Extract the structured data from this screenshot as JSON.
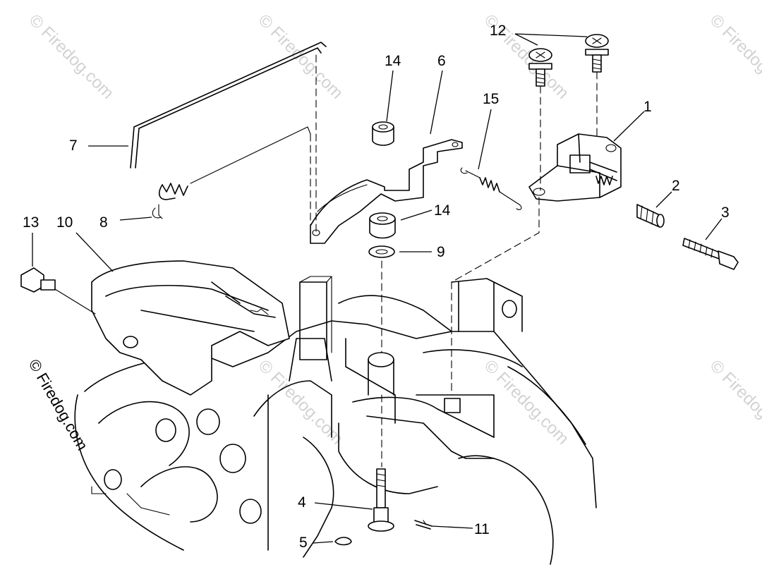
{
  "watermark": {
    "text": "© Firedog.com"
  },
  "callouts": {
    "c1": "1",
    "c2": "2",
    "c3": "3",
    "c4": "4",
    "c5": "5",
    "c6": "6",
    "c7": "7",
    "c8": "8",
    "c9": "9",
    "c10": "10",
    "c11": "11",
    "c12": "12",
    "c13": "13",
    "c14a": "14",
    "c14b": "14",
    "c15": "15"
  }
}
